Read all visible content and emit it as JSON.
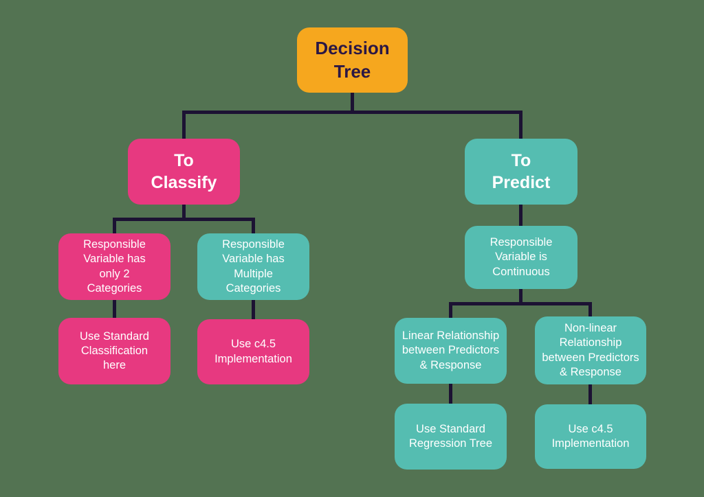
{
  "colors": {
    "background": "#537352",
    "line": "#1c1233",
    "orange": "#f6a71e",
    "pink": "#e73980",
    "teal": "#55bdb1",
    "root_text": "#2b1745",
    "node_text": "#ffffff"
  },
  "nodes": {
    "root": {
      "label": "Decision\nTree",
      "color": "#f6a71e"
    },
    "classify": {
      "label": "To\nClassify",
      "color": "#e73980"
    },
    "predict": {
      "label": "To\nPredict",
      "color": "#55bdb1"
    },
    "class_binary": {
      "label": "Responsible\nVariable has\nonly 2\nCategories",
      "color": "#e73980"
    },
    "class_multi": {
      "label": "Responsible\nVariable has\nMultiple\nCategories",
      "color": "#55bdb1"
    },
    "class_binary_action": {
      "label": "Use Standard\nClassification\nhere",
      "color": "#e73980"
    },
    "class_multi_action": {
      "label": "Use c4.5\nImplementation",
      "color": "#e73980"
    },
    "predict_continuous": {
      "label": "Responsible\nVariable is\nContinuous",
      "color": "#55bdb1"
    },
    "predict_linear": {
      "label": "Linear Relationship\nbetween Predictors\n& Response",
      "color": "#55bdb1"
    },
    "predict_nonlinear": {
      "label": "Non-linear\nRelationship\nbetween Predictors\n& Response",
      "color": "#55bdb1"
    },
    "predict_linear_action": {
      "label": "Use Standard\nRegression Tree",
      "color": "#55bdb1"
    },
    "predict_nonlinear_action": {
      "label": "Use c4.5\nImplementation",
      "color": "#55bdb1"
    }
  },
  "edges": [
    {
      "from": "root",
      "to": "classify"
    },
    {
      "from": "root",
      "to": "predict"
    },
    {
      "from": "classify",
      "to": "class_binary"
    },
    {
      "from": "classify",
      "to": "class_multi"
    },
    {
      "from": "class_binary",
      "to": "class_binary_action"
    },
    {
      "from": "class_multi",
      "to": "class_multi_action"
    },
    {
      "from": "predict",
      "to": "predict_continuous"
    },
    {
      "from": "predict_continuous",
      "to": "predict_linear"
    },
    {
      "from": "predict_continuous",
      "to": "predict_nonlinear"
    },
    {
      "from": "predict_linear",
      "to": "predict_linear_action"
    },
    {
      "from": "predict_nonlinear",
      "to": "predict_nonlinear_action"
    }
  ]
}
